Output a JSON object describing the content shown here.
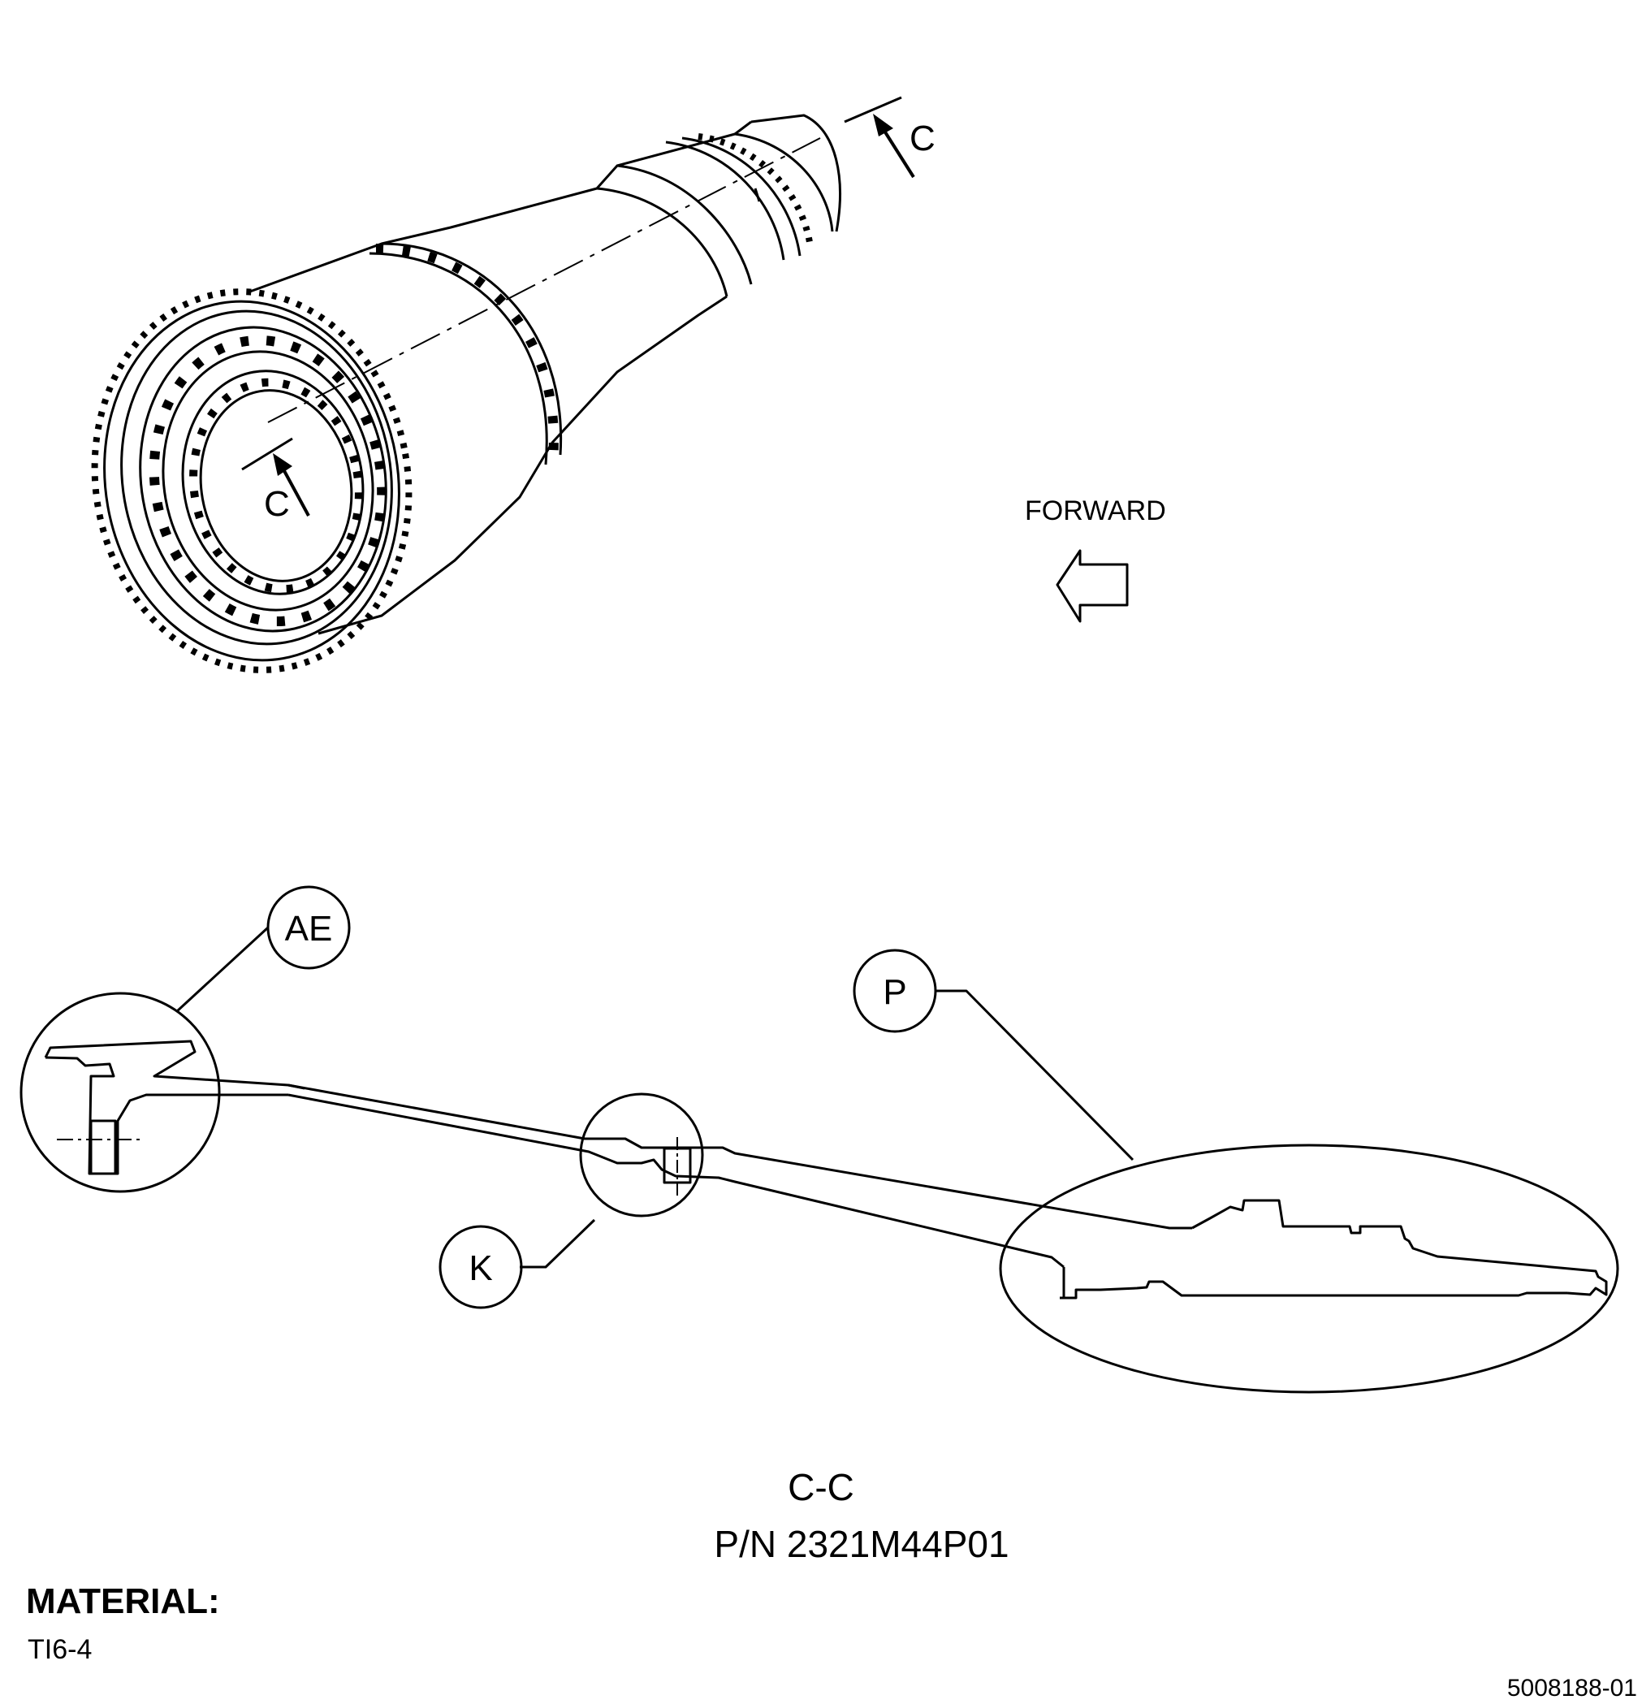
{
  "isometric": {
    "section_cut_letter_top": "C",
    "section_cut_letter_bottom": "C"
  },
  "direction": {
    "label": "FORWARD"
  },
  "section": {
    "title": "C-C",
    "part_number": "P/N 2321M44P01"
  },
  "callouts": {
    "ae": "AE",
    "p": "P",
    "k": "K"
  },
  "material": {
    "label": "MATERIAL:",
    "value": "TI6-4"
  },
  "document_number": "5008188-01"
}
